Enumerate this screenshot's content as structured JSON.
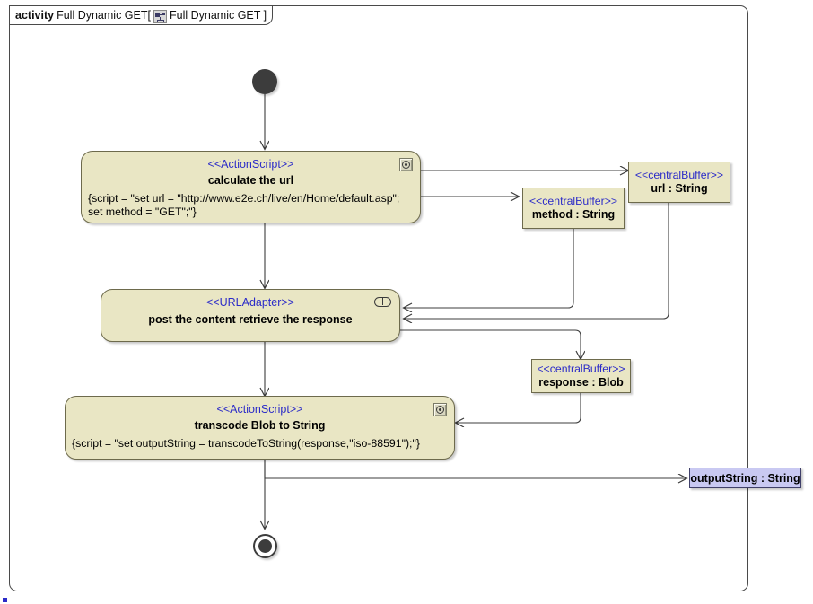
{
  "frame": {
    "keyword": "activity",
    "name": "Full Dynamic GET[",
    "tab_label": "Full Dynamic GET ]",
    "icon": "activity-diagram-icon"
  },
  "colors": {
    "node_fill": "#e9e6c4",
    "node_border": "#6d6a4c",
    "param_fill": "#c9c9f2",
    "param_border": "#40406a",
    "stereotype_text": "#2b2bc8",
    "edge": "#3c3c3c",
    "frame_border": "#4a4a4a",
    "canvas": "#ffffff"
  },
  "nodes": {
    "initial": {
      "name": "initial-node",
      "type": "initial"
    },
    "final": {
      "name": "activity-final-node",
      "type": "final"
    },
    "action_calculate": {
      "stereotype": "<<ActionScript>>",
      "label": "calculate the url",
      "script_line1": "{script = \"set url = \"http://www.e2e.ch/live/en/Home/default.asp\";",
      "script_line2": "set method = \"GET\";\"}",
      "icon": "action-script-icon"
    },
    "action_post": {
      "stereotype": "<<URLAdapter>>",
      "label": "post the content retrieve the response",
      "icon": "url-adapter-icon"
    },
    "action_transcode": {
      "stereotype": "<<ActionScript>>",
      "label": "transcode Blob to String",
      "script_line1": "{script = \"set outputString = transcodeToString(response,\"iso-88591\");\"}",
      "icon": "action-script-icon"
    },
    "buffer_url": {
      "stereotype": "<<centralBuffer>>",
      "label": "url : String"
    },
    "buffer_method": {
      "stereotype": "<<centralBuffer>>",
      "label": "method : String"
    },
    "buffer_response": {
      "stereotype": "<<centralBuffer>>",
      "label": "response : Blob"
    },
    "param_output": {
      "label": "outputString : String"
    }
  },
  "edges": [
    {
      "from": "initial-node",
      "to": "action_calculate"
    },
    {
      "from": "action_calculate",
      "to": "buffer_url"
    },
    {
      "from": "action_calculate",
      "to": "buffer_method"
    },
    {
      "from": "action_calculate",
      "to": "action_post"
    },
    {
      "from": "buffer_url",
      "to": "action_post"
    },
    {
      "from": "buffer_method",
      "to": "action_post"
    },
    {
      "from": "action_post",
      "to": "buffer_response"
    },
    {
      "from": "action_post",
      "to": "action_transcode"
    },
    {
      "from": "buffer_response",
      "to": "action_transcode"
    },
    {
      "from": "action_transcode",
      "to": "param_output"
    },
    {
      "from": "action_transcode",
      "to": "activity-final-node"
    }
  ]
}
